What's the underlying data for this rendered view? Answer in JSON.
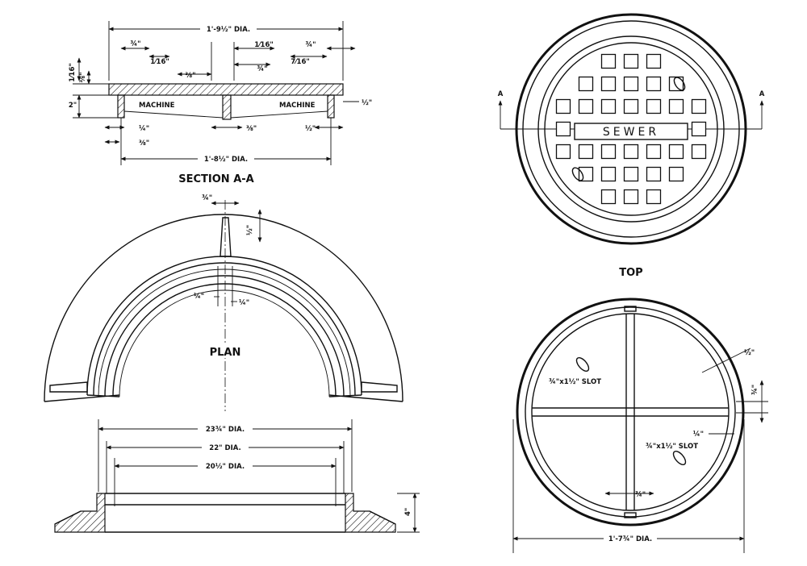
{
  "section": {
    "title": "SECTION A-A",
    "dia_top": "1'-9½\" DIA.",
    "dia_bottom": "1'-8½\" DIA.",
    "machine": "MACHINE",
    "fractions": {
      "three_quarter": "¾\"",
      "one_half": "½\"",
      "three_eighths": "⅜\"",
      "one_quarter": "¼\"",
      "one_sixteenth": "1⁄16\"",
      "three_eighths_b": "⅜\"",
      "one_sixteenth_b": "1⁄16\"",
      "seven_sixteenths": "7⁄16\"",
      "two_inch": "2\""
    }
  },
  "plan": {
    "title": "PLAN",
    "dim_top": "¾\"",
    "dim_right": "½\"",
    "dim_left_low": "¼\"",
    "dim_right_low": "¼\""
  },
  "frame_section": {
    "dia_outer": "23¾\" DIA.",
    "dia_mid": "22\" DIA.",
    "dia_inner": "20½\" DIA.",
    "height": "4\""
  },
  "top_view": {
    "title": "TOP",
    "sewer_text": "SEWER",
    "section_mark": "A"
  },
  "bottom_view": {
    "slot_left": "¾\"x1½\" SLOT",
    "slot_right": "¾\"x1½\" SLOT",
    "rib_width": "¾\"",
    "rim_thick": "½\"",
    "rim_side": "¼\"",
    "rim_height": "¾\"",
    "dia": "1'-7¾\" DIA."
  }
}
